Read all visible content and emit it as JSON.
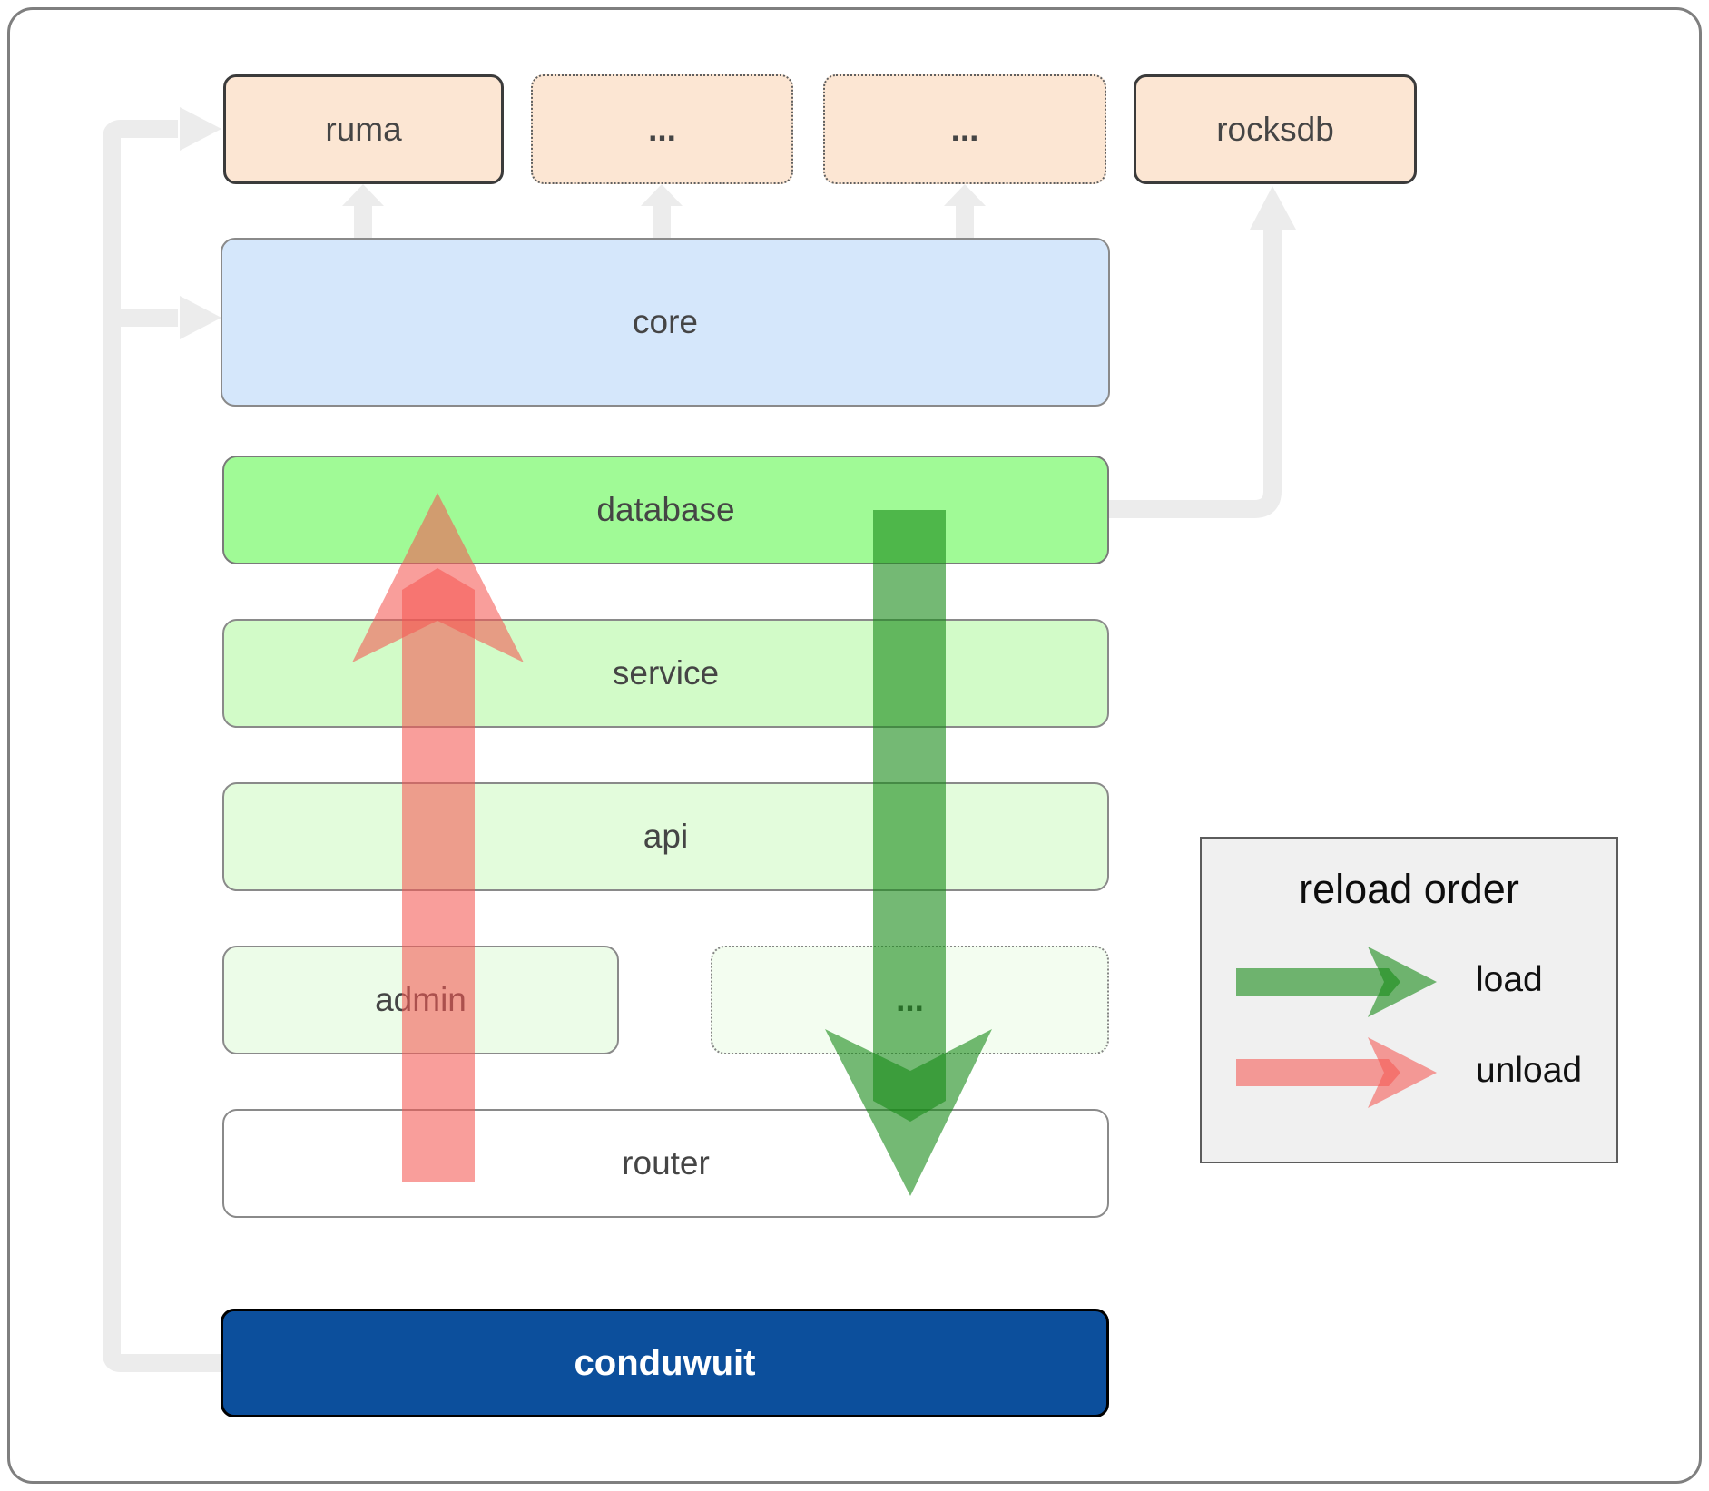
{
  "nodes": {
    "ruma": {
      "label": "ruma"
    },
    "ellipsis1": {
      "label": "..."
    },
    "ellipsis2": {
      "label": "..."
    },
    "rocksdb": {
      "label": "rocksdb"
    },
    "core": {
      "label": "core"
    },
    "database": {
      "label": "database"
    },
    "service": {
      "label": "service"
    },
    "api": {
      "label": "api"
    },
    "admin": {
      "label": "admin"
    },
    "ellipsis3": {
      "label": "..."
    },
    "router": {
      "label": "router"
    },
    "conduwuit": {
      "label": "conduwuit"
    }
  },
  "legend": {
    "title": "reload order",
    "items": [
      {
        "label": "load",
        "color": "#4caf50",
        "direction": "down"
      },
      {
        "label": "unload",
        "color": "#f4807b",
        "direction": "up"
      }
    ]
  },
  "flows": [
    {
      "name": "load",
      "from": "database",
      "to": "router",
      "color": "#4caf50"
    },
    {
      "name": "unload",
      "from": "router",
      "to": "database",
      "color": "#f4807b"
    }
  ],
  "connectors": [
    {
      "from": "conduwuit",
      "to": "ruma"
    },
    {
      "from": "conduwuit",
      "to": "core"
    },
    {
      "from": "core",
      "to": "ruma"
    },
    {
      "from": "core",
      "to": "ellipsis1"
    },
    {
      "from": "core",
      "to": "ellipsis2"
    },
    {
      "from": "database",
      "to": "rocksdb"
    }
  ],
  "colors": {
    "peach_box": "#fce6d3",
    "core_box": "#d5e7fb",
    "database_box": "#a0fa96",
    "service_box": "#d2fbc8",
    "api_box": "#e3fcdc",
    "admin_box": "#ecfce8",
    "router_box": "#ffffff",
    "conduwuit_box": "#0c4f9c",
    "connector_gray": "#ececec",
    "legend_bg": "#f0f0f0"
  }
}
